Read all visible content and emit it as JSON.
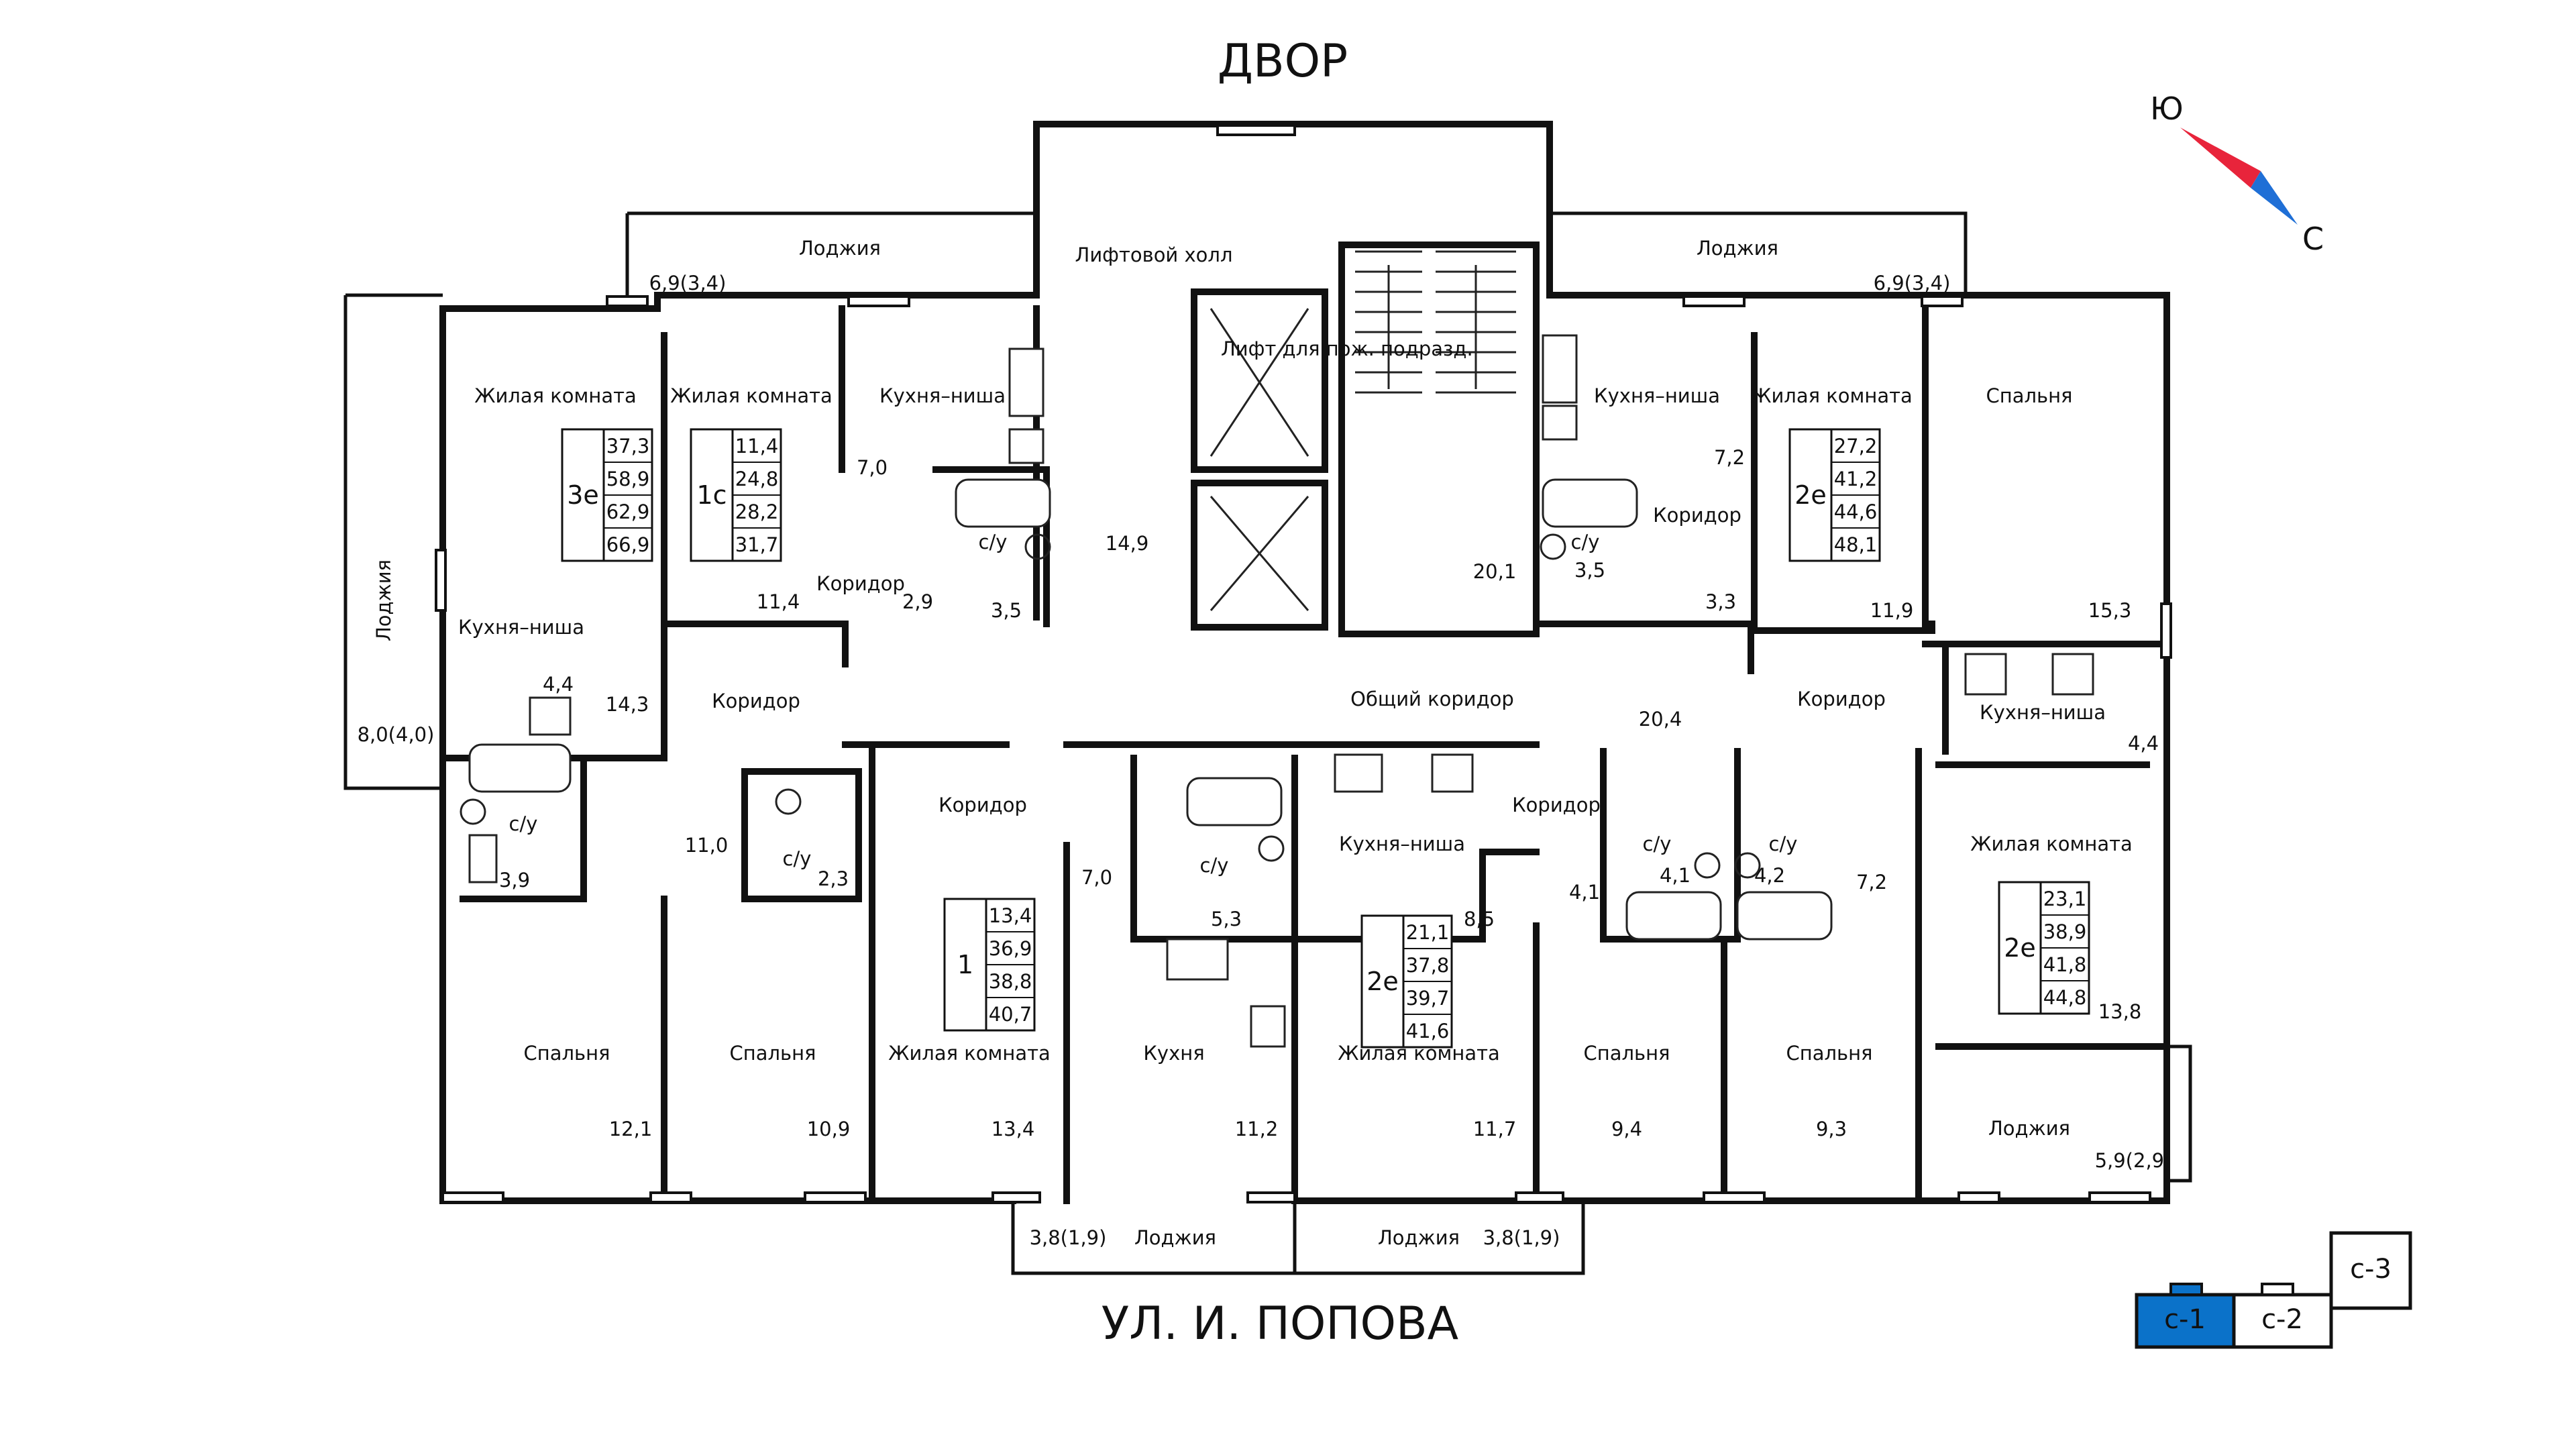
{
  "header": {
    "top": "ДВОР",
    "bottom": "УЛ. И. ПОПОВА"
  },
  "compass": {
    "north_label": "Ю",
    "south_label": "С",
    "color_a": "#e8243b",
    "color_b": "#1f6fd6"
  },
  "sections": {
    "s1": "с-1",
    "s2": "с-2",
    "s3": "с-3",
    "active_color": "#0b72c9"
  },
  "common": {
    "lift_hall": "Лифтовой холл",
    "lift_hall_area": "14,9",
    "lift_fire": "Лифт для пож. подразд.",
    "stair_area": "20,1",
    "common_corridor": "Общий коридор",
    "common_corridor_area": "20,4"
  },
  "rooms": {
    "loggia_top_left": "Лоджия",
    "loggia_top_left_area": "6,9(3,4)",
    "loggia_top_right": "Лоджия",
    "loggia_top_right_area": "6,9(3,4)",
    "loggia_left": "Лоджия",
    "loggia_left_area": "8,0(4,0)",
    "loggia_bottom_left": "Лоджия",
    "loggia_bottom_left_area": "3,8(1,9)",
    "loggia_bottom_right": "Лоджия",
    "loggia_bottom_right_area": "3,8(1,9)",
    "loggia_right": "Лоджия",
    "loggia_right_area": "5,9(2,9)",
    "a_living": "Жилая комната",
    "a_living_area": "14,3",
    "a_kitchen": "Кухня–ниша",
    "a_kitchen_area": "4,4",
    "a_corr": "Коридор",
    "a_corr_area": "11,0",
    "a_bath": "с/у",
    "a_bath_area": "3,9",
    "a_bed1": "Спальня",
    "a_bed1_area": "12,1",
    "a_bed2": "Спальня",
    "a_bed2_area": "10,9",
    "a_wc": "с/у",
    "a_wc_area": "2,3",
    "b_living": "Жилая комната",
    "b_living_area": "11,4",
    "b_kitchen": "Кухня–ниша",
    "b_kitchen_area": "7,0",
    "b_corr": "Коридор",
    "b_corr_area": "2,9",
    "b_bath": "с/у",
    "b_bath_area": "3,5",
    "c_corr": "Коридор",
    "c_corr_area": "7,0",
    "c_living": "Жилая комната",
    "c_living_area": "13,4",
    "c_kitchen": "Кухня",
    "c_kitchen_area": "11,2",
    "c_bath": "с/у",
    "c_bath_area": "5,3",
    "d_kitchen": "Кухня–ниша",
    "d_corr": "Коридор",
    "d_corr_area": "8,5",
    "d_living": "Жилая комната",
    "d_living_area": "11,7",
    "d_bed": "Спальня",
    "d_bed_area": "9,4",
    "d_bath": "с/у",
    "d_bath_area": "4,1",
    "d_extra_area": "4,1",
    "e_kitchen": "Кухня–ниша",
    "e_kitchen_area": "7,2",
    "e_corr": "Коридор",
    "e_corr_area": "3,3",
    "e_bath": "с/у",
    "e_bath_area": "3,5",
    "e_living": "Жилая комната",
    "e_living_area": "11,9",
    "e_bed": "Спальня",
    "e_bed_area": "15,3",
    "f_corr": "Коридор",
    "f_corr_area": "7,2",
    "f_kitchen": "Кухня–ниша",
    "f_kitchen_area": "4,4",
    "f_living": "Жилая комната",
    "f_living_area": "13,8",
    "f_bed": "Спальня",
    "f_bed_area": "9,3",
    "f_bath": "с/у",
    "f_bath_area": "4,2"
  },
  "apartments": [
    {
      "type": "3е",
      "areas": [
        "37,3",
        "58,9",
        "62,9",
        "66,9"
      ]
    },
    {
      "type": "1с",
      "areas": [
        "11,4",
        "24,8",
        "28,2",
        "31,7"
      ]
    },
    {
      "type": "1",
      "areas": [
        "13,4",
        "36,9",
        "38,8",
        "40,7"
      ]
    },
    {
      "type": "2е",
      "areas": [
        "21,1",
        "37,8",
        "39,7",
        "41,6"
      ]
    },
    {
      "type": "2е",
      "areas": [
        "27,2",
        "41,2",
        "44,6",
        "48,1"
      ]
    },
    {
      "type": "2е",
      "areas": [
        "23,1",
        "38,9",
        "41,8",
        "44,8"
      ]
    }
  ]
}
